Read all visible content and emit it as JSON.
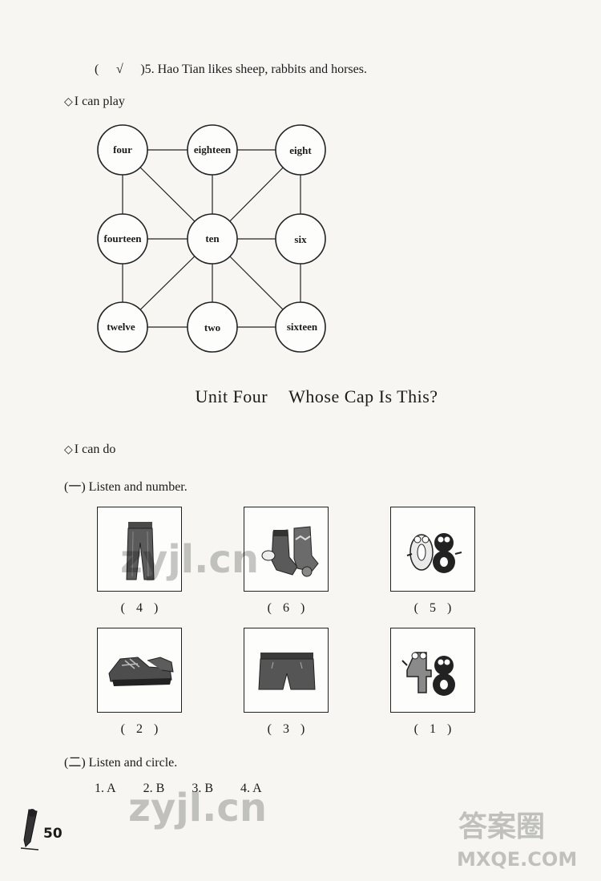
{
  "true_false": {
    "open": "(",
    "mark": "√",
    "close": ")",
    "text": "5. Hao Tian likes sheep, rabbits and horses."
  },
  "play_section": {
    "diamond": "◇",
    "label": "I can play"
  },
  "number_game": {
    "nodes": [
      {
        "id": "n1",
        "label": "four"
      },
      {
        "id": "n2",
        "label": "eighteen"
      },
      {
        "id": "n3",
        "label": "eight"
      },
      {
        "id": "n4",
        "label": "fourteen"
      },
      {
        "id": "n5",
        "label": "ten"
      },
      {
        "id": "n6",
        "label": "six"
      },
      {
        "id": "n7",
        "label": "twelve"
      },
      {
        "id": "n8",
        "label": "two"
      },
      {
        "id": "n9",
        "label": "sixteen"
      }
    ]
  },
  "unit_title": {
    "part1": "Unit Four",
    "part2": "Whose Cap Is This?"
  },
  "do_section": {
    "diamond": "◇",
    "label": "I can do"
  },
  "exercise1": {
    "heading": "(一) Listen and number.",
    "items": [
      {
        "picture": "trousers",
        "answer": "4"
      },
      {
        "picture": "socks",
        "answer": "6"
      },
      {
        "picture": "zero-and-eight-cartoon",
        "answer": "5"
      },
      {
        "picture": "shoes",
        "answer": "2"
      },
      {
        "picture": "shorts",
        "answer": "3"
      },
      {
        "picture": "four-and-eight-cartoon",
        "answer": "1"
      }
    ]
  },
  "exercise2": {
    "heading": "(二) Listen and circle.",
    "answers": [
      "1. A",
      "2. B",
      "3. B",
      "4. A"
    ]
  },
  "page_number": "50",
  "watermarks": [
    "zyjl.cn",
    "zyjl.cn",
    "答案圈",
    "MXQE.COM"
  ]
}
